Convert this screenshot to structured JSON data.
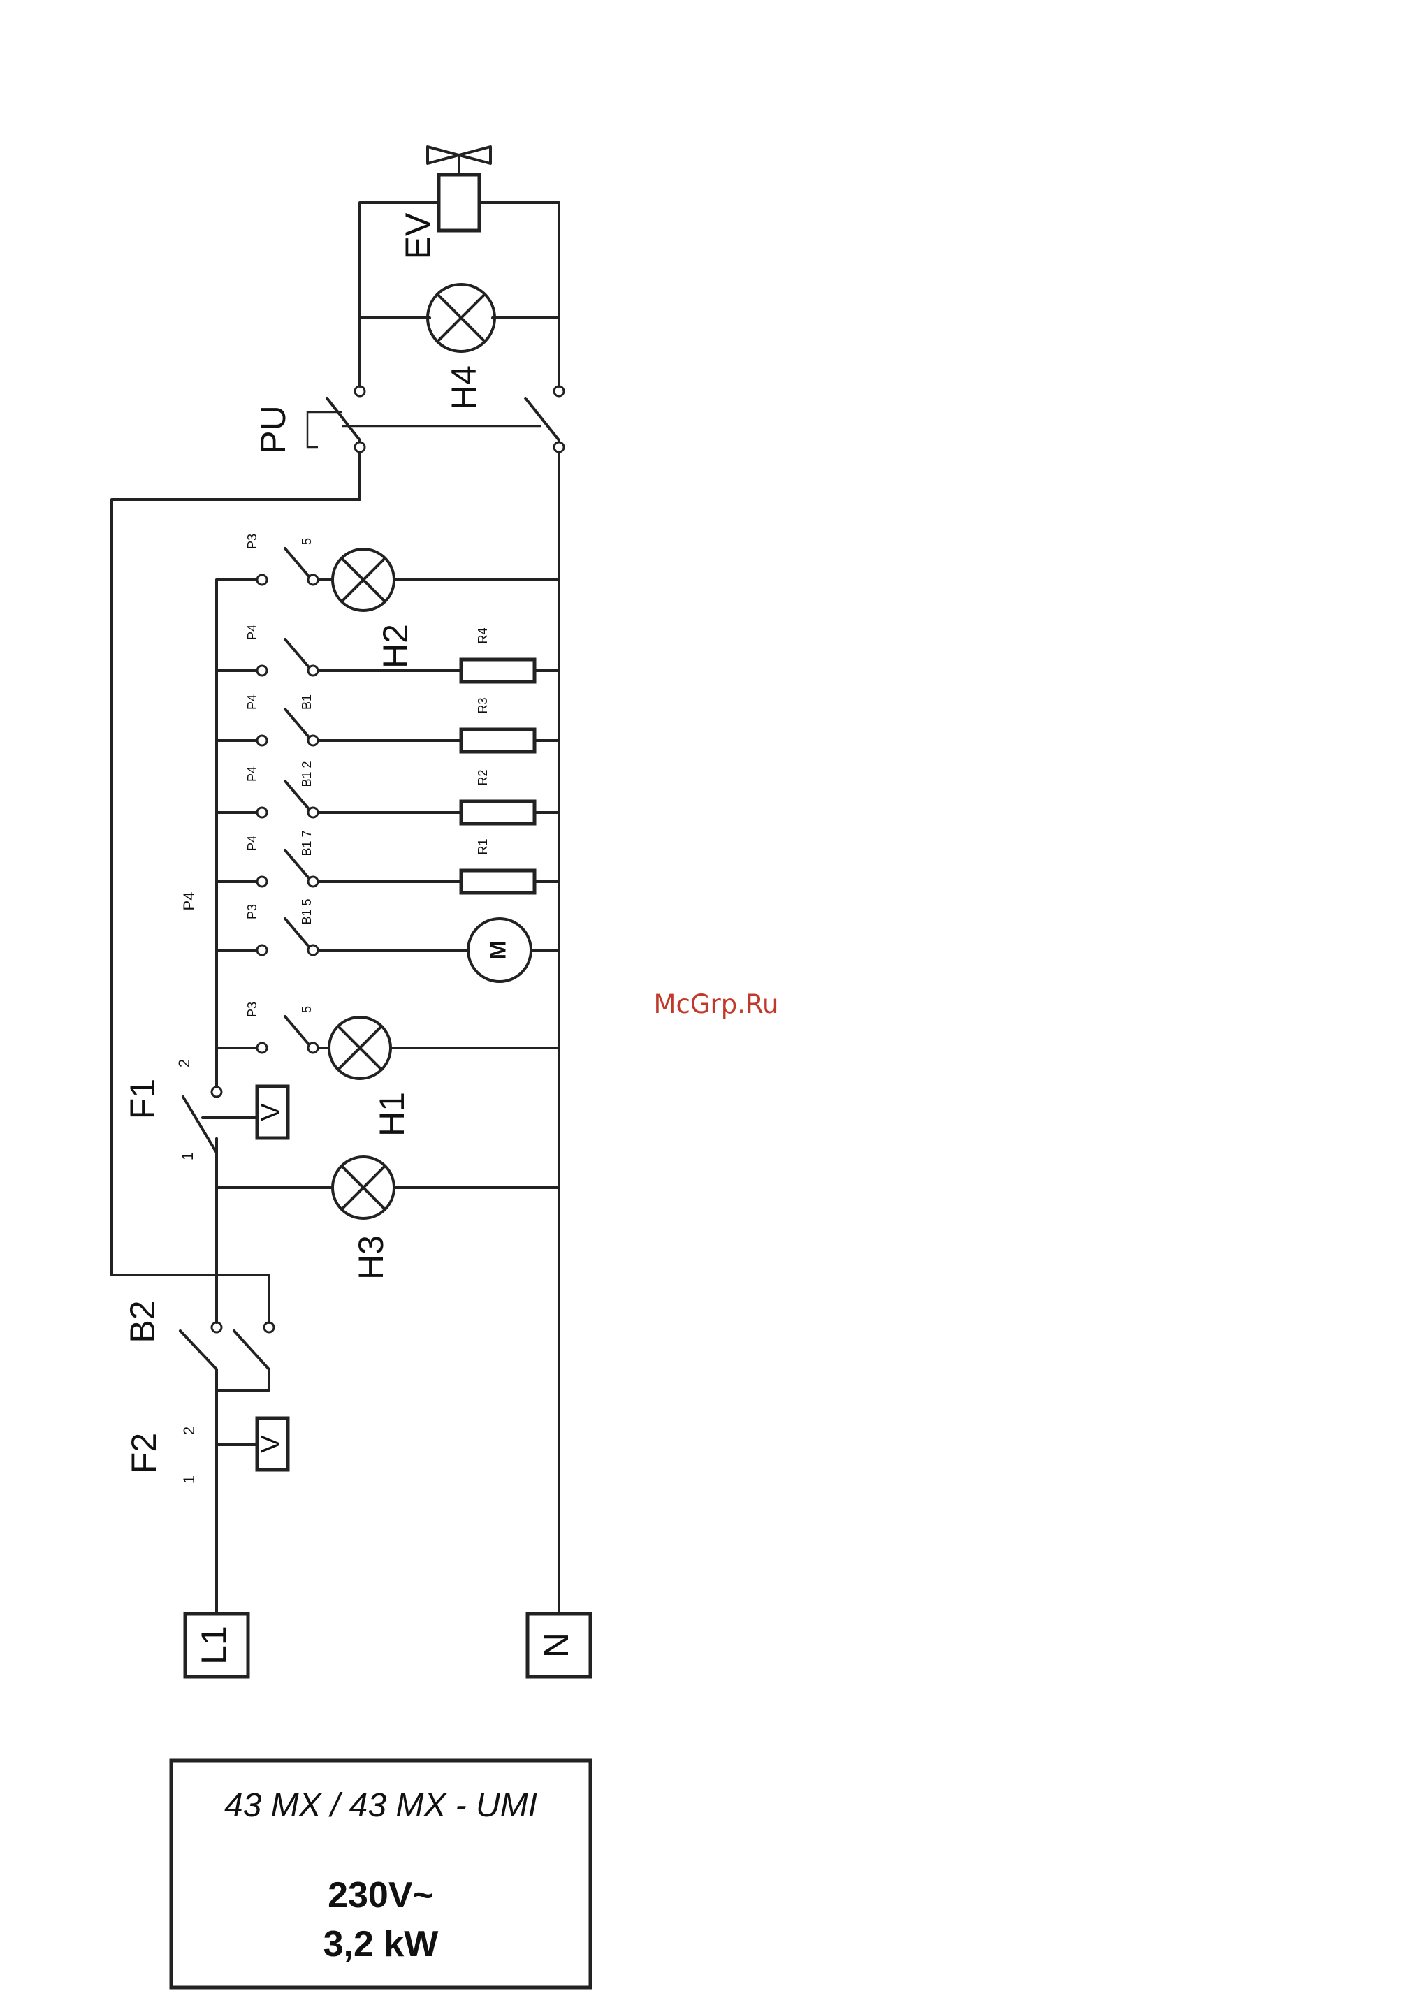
{
  "labels": {
    "EV": "EV",
    "H4": "H4",
    "PU": "PU",
    "H2": "H2",
    "H1": "H1",
    "H3": "H3",
    "F1": "F1",
    "F2": "F2",
    "B2": "B2",
    "P4_side": "P4",
    "M": "M",
    "V1": "V",
    "V2": "V",
    "L1": "L1",
    "N": "N",
    "f1_pin1": "1",
    "f1_pin2": "2",
    "f2_pin1": "1",
    "f2_pin2": "2"
  },
  "rows": [
    {
      "relay": "P3",
      "contact": "5",
      "load": "H2"
    },
    {
      "relay": "P4",
      "contact": "",
      "load": "R4"
    },
    {
      "relay": "P4",
      "contact": "B1",
      "load": "R3"
    },
    {
      "relay": "P4",
      "contact": "B1 2",
      "load": "R2"
    },
    {
      "relay": "P4",
      "contact": "B1 7",
      "load": "R1"
    },
    {
      "relay": "P3",
      "contact": "B1 5",
      "load": "M"
    },
    {
      "relay": "P3",
      "contact": "5",
      "load": "H1"
    }
  ],
  "title_block": {
    "model": "43 MX / 43 MX - UMI",
    "voltage": "230V~",
    "power": "3,2 kW"
  },
  "watermark": "McGrp.Ru"
}
